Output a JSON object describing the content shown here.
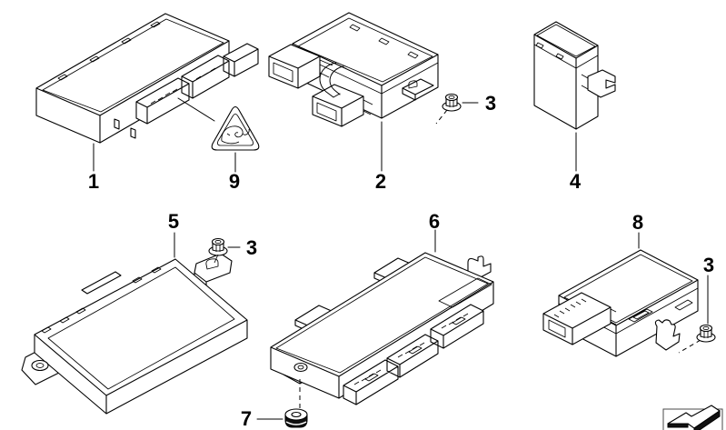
{
  "callouts": {
    "part1": "1",
    "part2": "2",
    "part3": "3",
    "part4": "4",
    "part5": "5",
    "part6": "6",
    "part7": "7",
    "part8": "8",
    "part9": "9"
  },
  "colors": {
    "background": "#ffffff",
    "line": "#000000",
    "grommet_fill": "#111111"
  },
  "icons": {
    "warning_triangle": "warning-triangle-icon",
    "hex_nut": "hex-flange-nut-icon",
    "grommet": "rubber-grommet-icon",
    "continuation_arrow": "continuation-arrow-icon"
  }
}
